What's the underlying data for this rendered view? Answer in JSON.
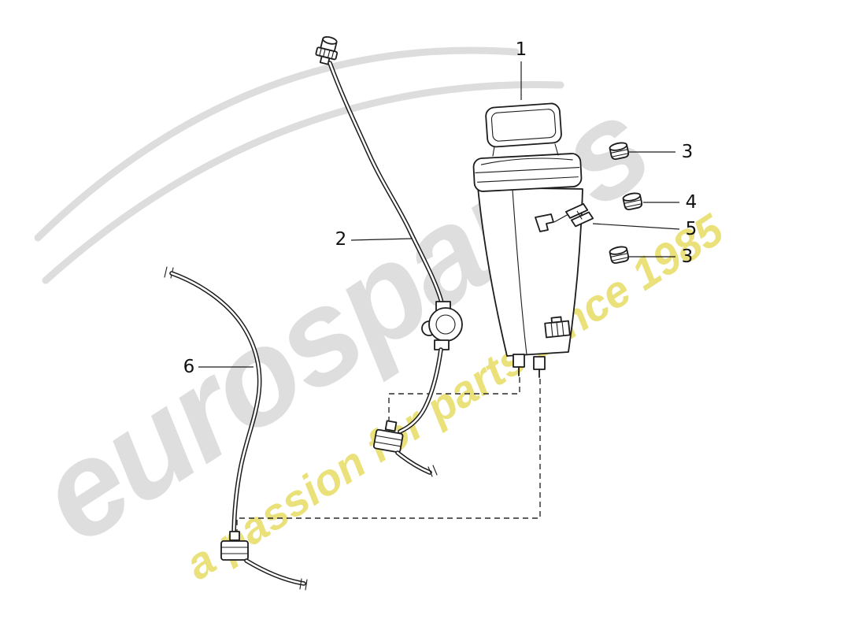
{
  "watermark": {
    "brand": "eurospares",
    "tagline": "a passion for parts since 1985",
    "brand_color": "#d7d7d7",
    "tagline_color": "#e8de6c"
  },
  "callouts": [
    {
      "label": "1"
    },
    {
      "label": "2"
    },
    {
      "label": "3"
    },
    {
      "label": "4"
    },
    {
      "label": "5"
    },
    {
      "label": "3"
    },
    {
      "label": "6"
    }
  ]
}
